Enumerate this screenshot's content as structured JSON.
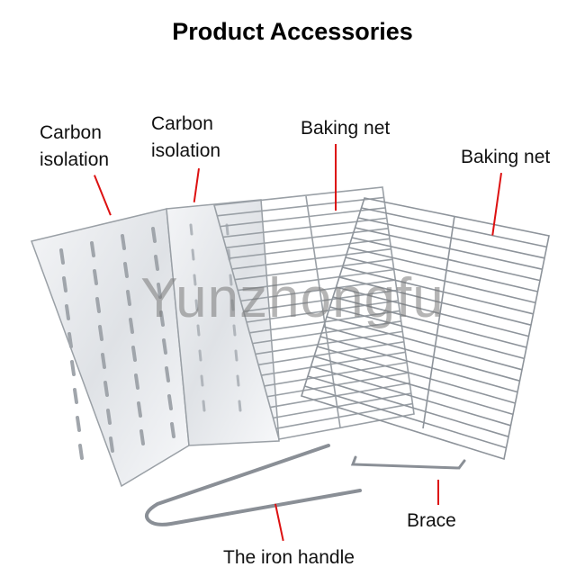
{
  "title": "Product Accessories",
  "watermark": "Yunzhongfu",
  "labels": {
    "carbon_isolation_1": [
      "Carbon",
      "isolation"
    ],
    "carbon_isolation_2": [
      "Carbon",
      "isolation"
    ],
    "baking_net_1": "Baking net",
    "baking_net_2": "Baking net",
    "brace": "Brace",
    "iron_handle": "The iron handle"
  },
  "colors": {
    "callout": "#dd1111",
    "metal": "#b8bcc2",
    "metal_dark": "#8a8f96"
  }
}
